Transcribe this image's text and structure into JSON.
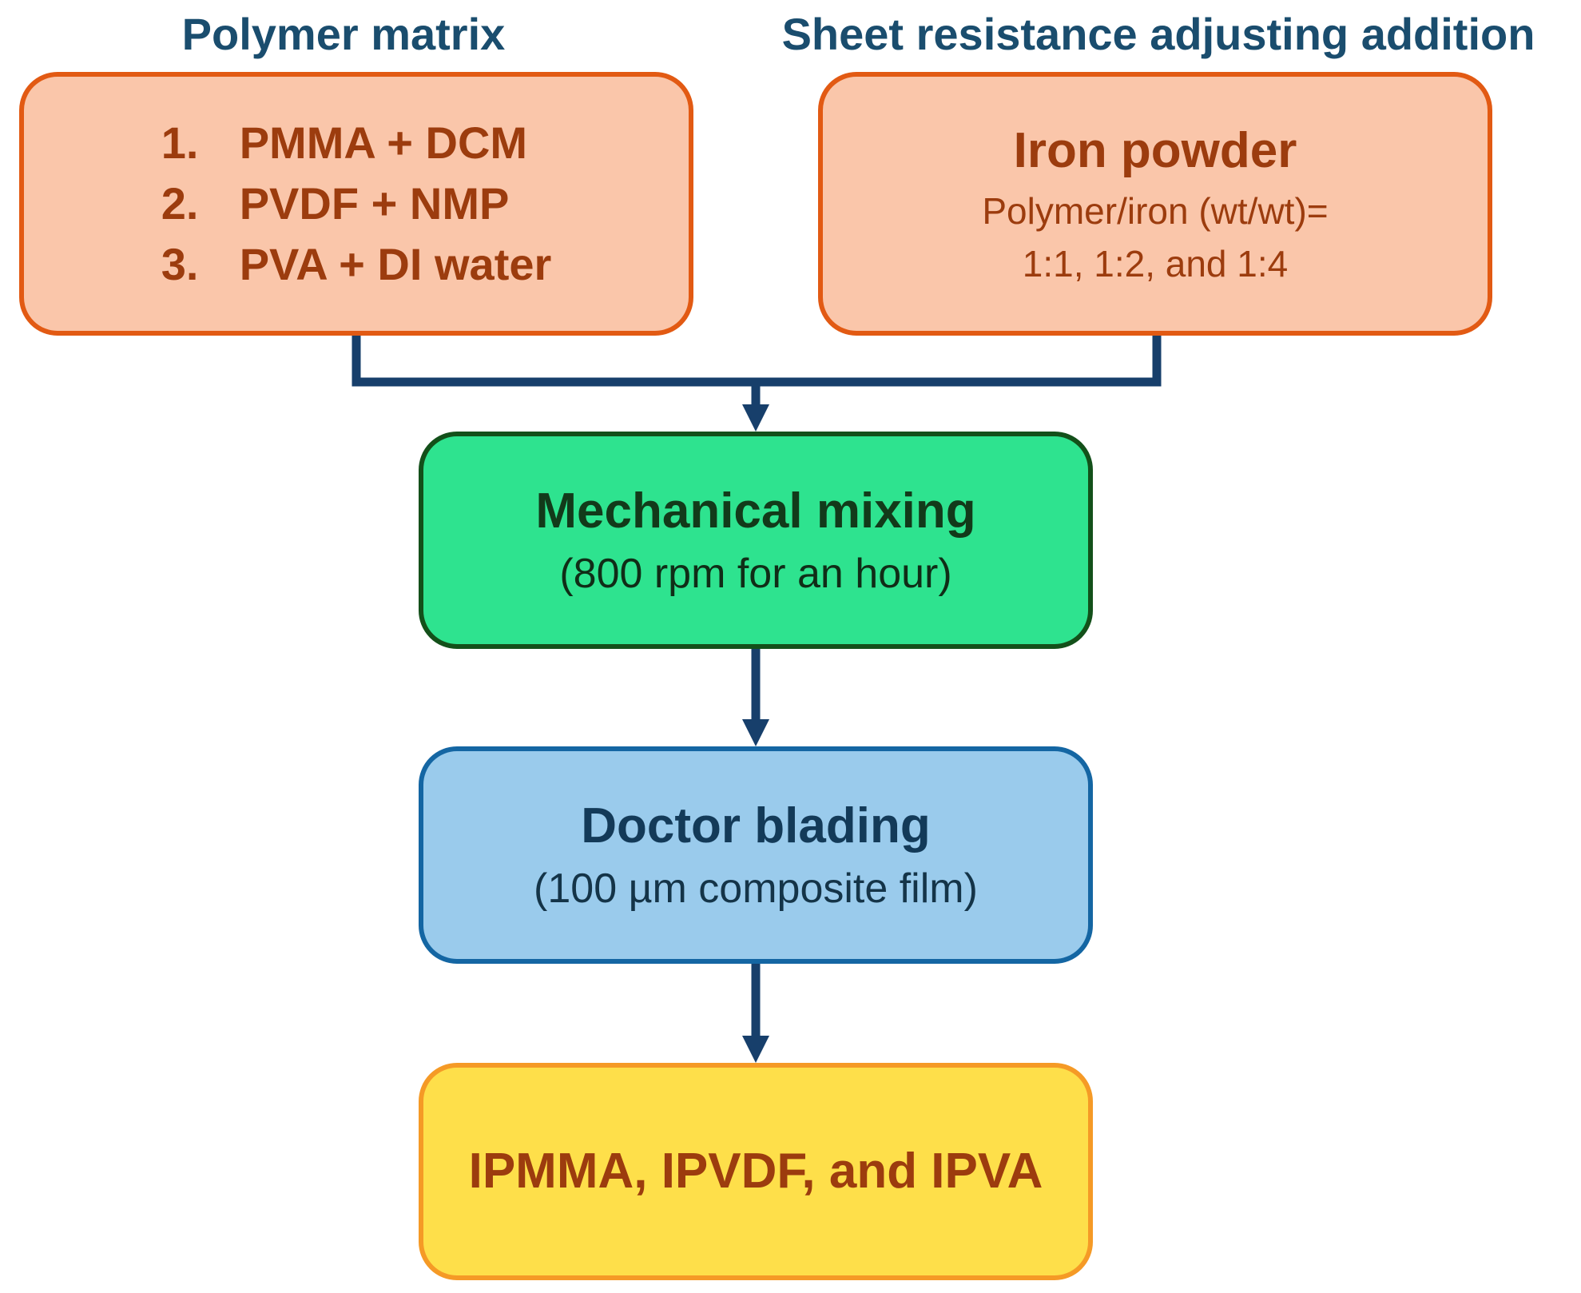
{
  "headings": {
    "polymer_matrix": "Polymer matrix",
    "sheet_resistance": "Sheet resistance adjusting addition"
  },
  "polymer_box": {
    "items": [
      {
        "num": "1.",
        "text": "PMMA + DCM"
      },
      {
        "num": "2.",
        "text": "PVDF + NMP"
      },
      {
        "num": "3.",
        "text": "PVA + DI water"
      }
    ]
  },
  "iron_box": {
    "title": "Iron powder",
    "line1": "Polymer/iron (wt/wt)=",
    "line2": "1:1, 1:2, and 1:4"
  },
  "mixing_box": {
    "title": "Mechanical mixing",
    "detail": "(800 rpm for an hour)"
  },
  "blading_box": {
    "title": "Doctor blading",
    "detail": "(100 µm composite film)"
  },
  "result_box": {
    "title": "IPMMA, IPVDF, and IPVA"
  },
  "colors": {
    "heading_text": "#1a4d6e",
    "orange_fill": "#fac6aa",
    "orange_border": "#e25a13",
    "orange_text": "#9c3c0e",
    "green_fill": "#2ee38f",
    "green_border": "#13501a",
    "blue_fill": "#9acbec",
    "blue_border": "#1466a3",
    "yellow_fill": "#fedf4a",
    "yellow_border": "#f59a26",
    "connector": "#173f6b"
  }
}
